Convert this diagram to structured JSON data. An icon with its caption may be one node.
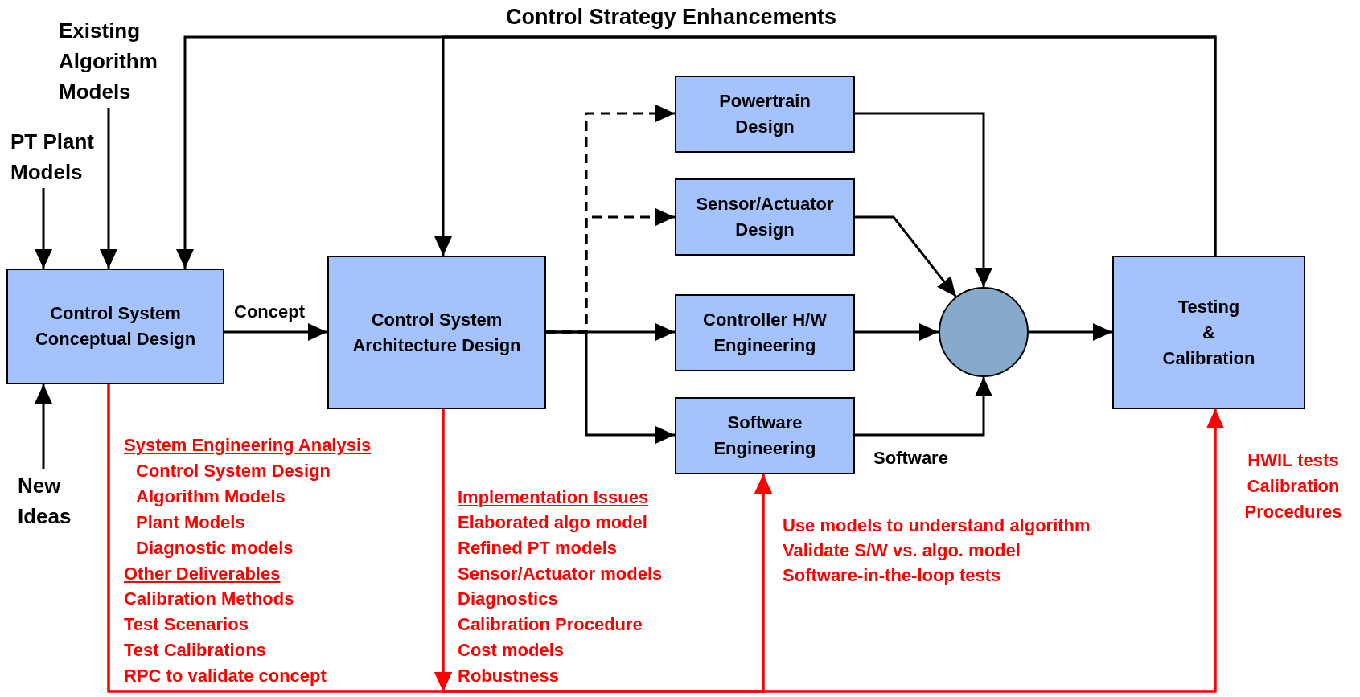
{
  "diagram": {
    "nodes": [
      {
        "text": [
          "Control System Conceptual Design"
        ]
      },
      {
        "text": [
          "Control System Architecture Design"
        ]
      },
      {
        "text": [
          "Powertrain Design"
        ]
      },
      {
        "text": [
          "Sensor/Actuator Design"
        ]
      },
      {
        "text": [
          "Controller H/W Engineering"
        ]
      },
      {
        "text": [
          "Software Engineering"
        ]
      },
      {
        "text": [],
        "shape": "circle"
      },
      {
        "text": [
          "Testing & Calibration"
        ]
      },
      {
        "text": [
          "Existing Algorithm Models"
        ]
      },
      {
        "text": [
          "PT Plant Models"
        ]
      },
      {
        "text": [
          "New Ideas"
        ]
      }
    ],
    "edges": [
      {
        "from": 9,
        "to": 0,
        "arrow": "to"
      },
      {
        "from": 8,
        "to": 0,
        "arrow": "to"
      },
      {
        "from": 7,
        "to": 0,
        "arrow": "to",
        "label": "Control Strategy Enhancements"
      },
      {
        "from": 7,
        "to": 1,
        "arrow": "to"
      },
      {
        "from": 10,
        "to": 0,
        "arrow": "to"
      },
      {
        "from": 0,
        "to": 1,
        "arrow": "to",
        "label": "Concept"
      },
      {
        "from": 1,
        "to": 4,
        "arrow": "to"
      },
      {
        "from": 1,
        "to": 5,
        "arrow": "to"
      },
      {
        "from": 1,
        "to": 2,
        "arrow": "to",
        "style": "dashed"
      },
      {
        "from": 1,
        "to": 3,
        "arrow": "to",
        "style": "dashed"
      },
      {
        "from": 2,
        "to": 6,
        "arrow": "to"
      },
      {
        "from": 3,
        "to": 6,
        "arrow": "to"
      },
      {
        "from": 4,
        "to": 6,
        "arrow": "to"
      },
      {
        "from": 5,
        "to": 6,
        "arrow": "to",
        "label": "Software"
      },
      {
        "from": 6,
        "to": 7,
        "arrow": "to"
      },
      {
        "from": 0,
        "to": 5,
        "arrow": "to",
        "color": "#ff0000"
      },
      {
        "from": 0,
        "to": 7,
        "arrow": "to",
        "color": "#ff0000"
      },
      {
        "from": 1,
        "to": 5,
        "arrow": "to",
        "color": "#ff0000"
      },
      {
        "from": 1,
        "to": 7,
        "arrow": "to",
        "color": "#ff0000"
      }
    ],
    "labels": [
      "System Engineering Analysis",
      "Control System Design",
      "Algorithm Models",
      "Plant Models",
      "Diagnostic models",
      "Other Deliverables",
      "Calibration Methods",
      "Test Scenarios",
      "Test Calibrations",
      "RPC to validate concept",
      "Implementation Issues",
      "Elaborated algo model",
      "Refined PT models",
      "Sensor/Actuator models",
      "Diagnostics",
      "Calibration Procedure",
      "Cost models",
      "Robustness",
      "Use models to understand algorithm",
      "Validate S/W vs. algo. model",
      "Software-in-the-loop tests",
      "HWIL tests",
      "Calibration",
      "Procedures"
    ]
  }
}
